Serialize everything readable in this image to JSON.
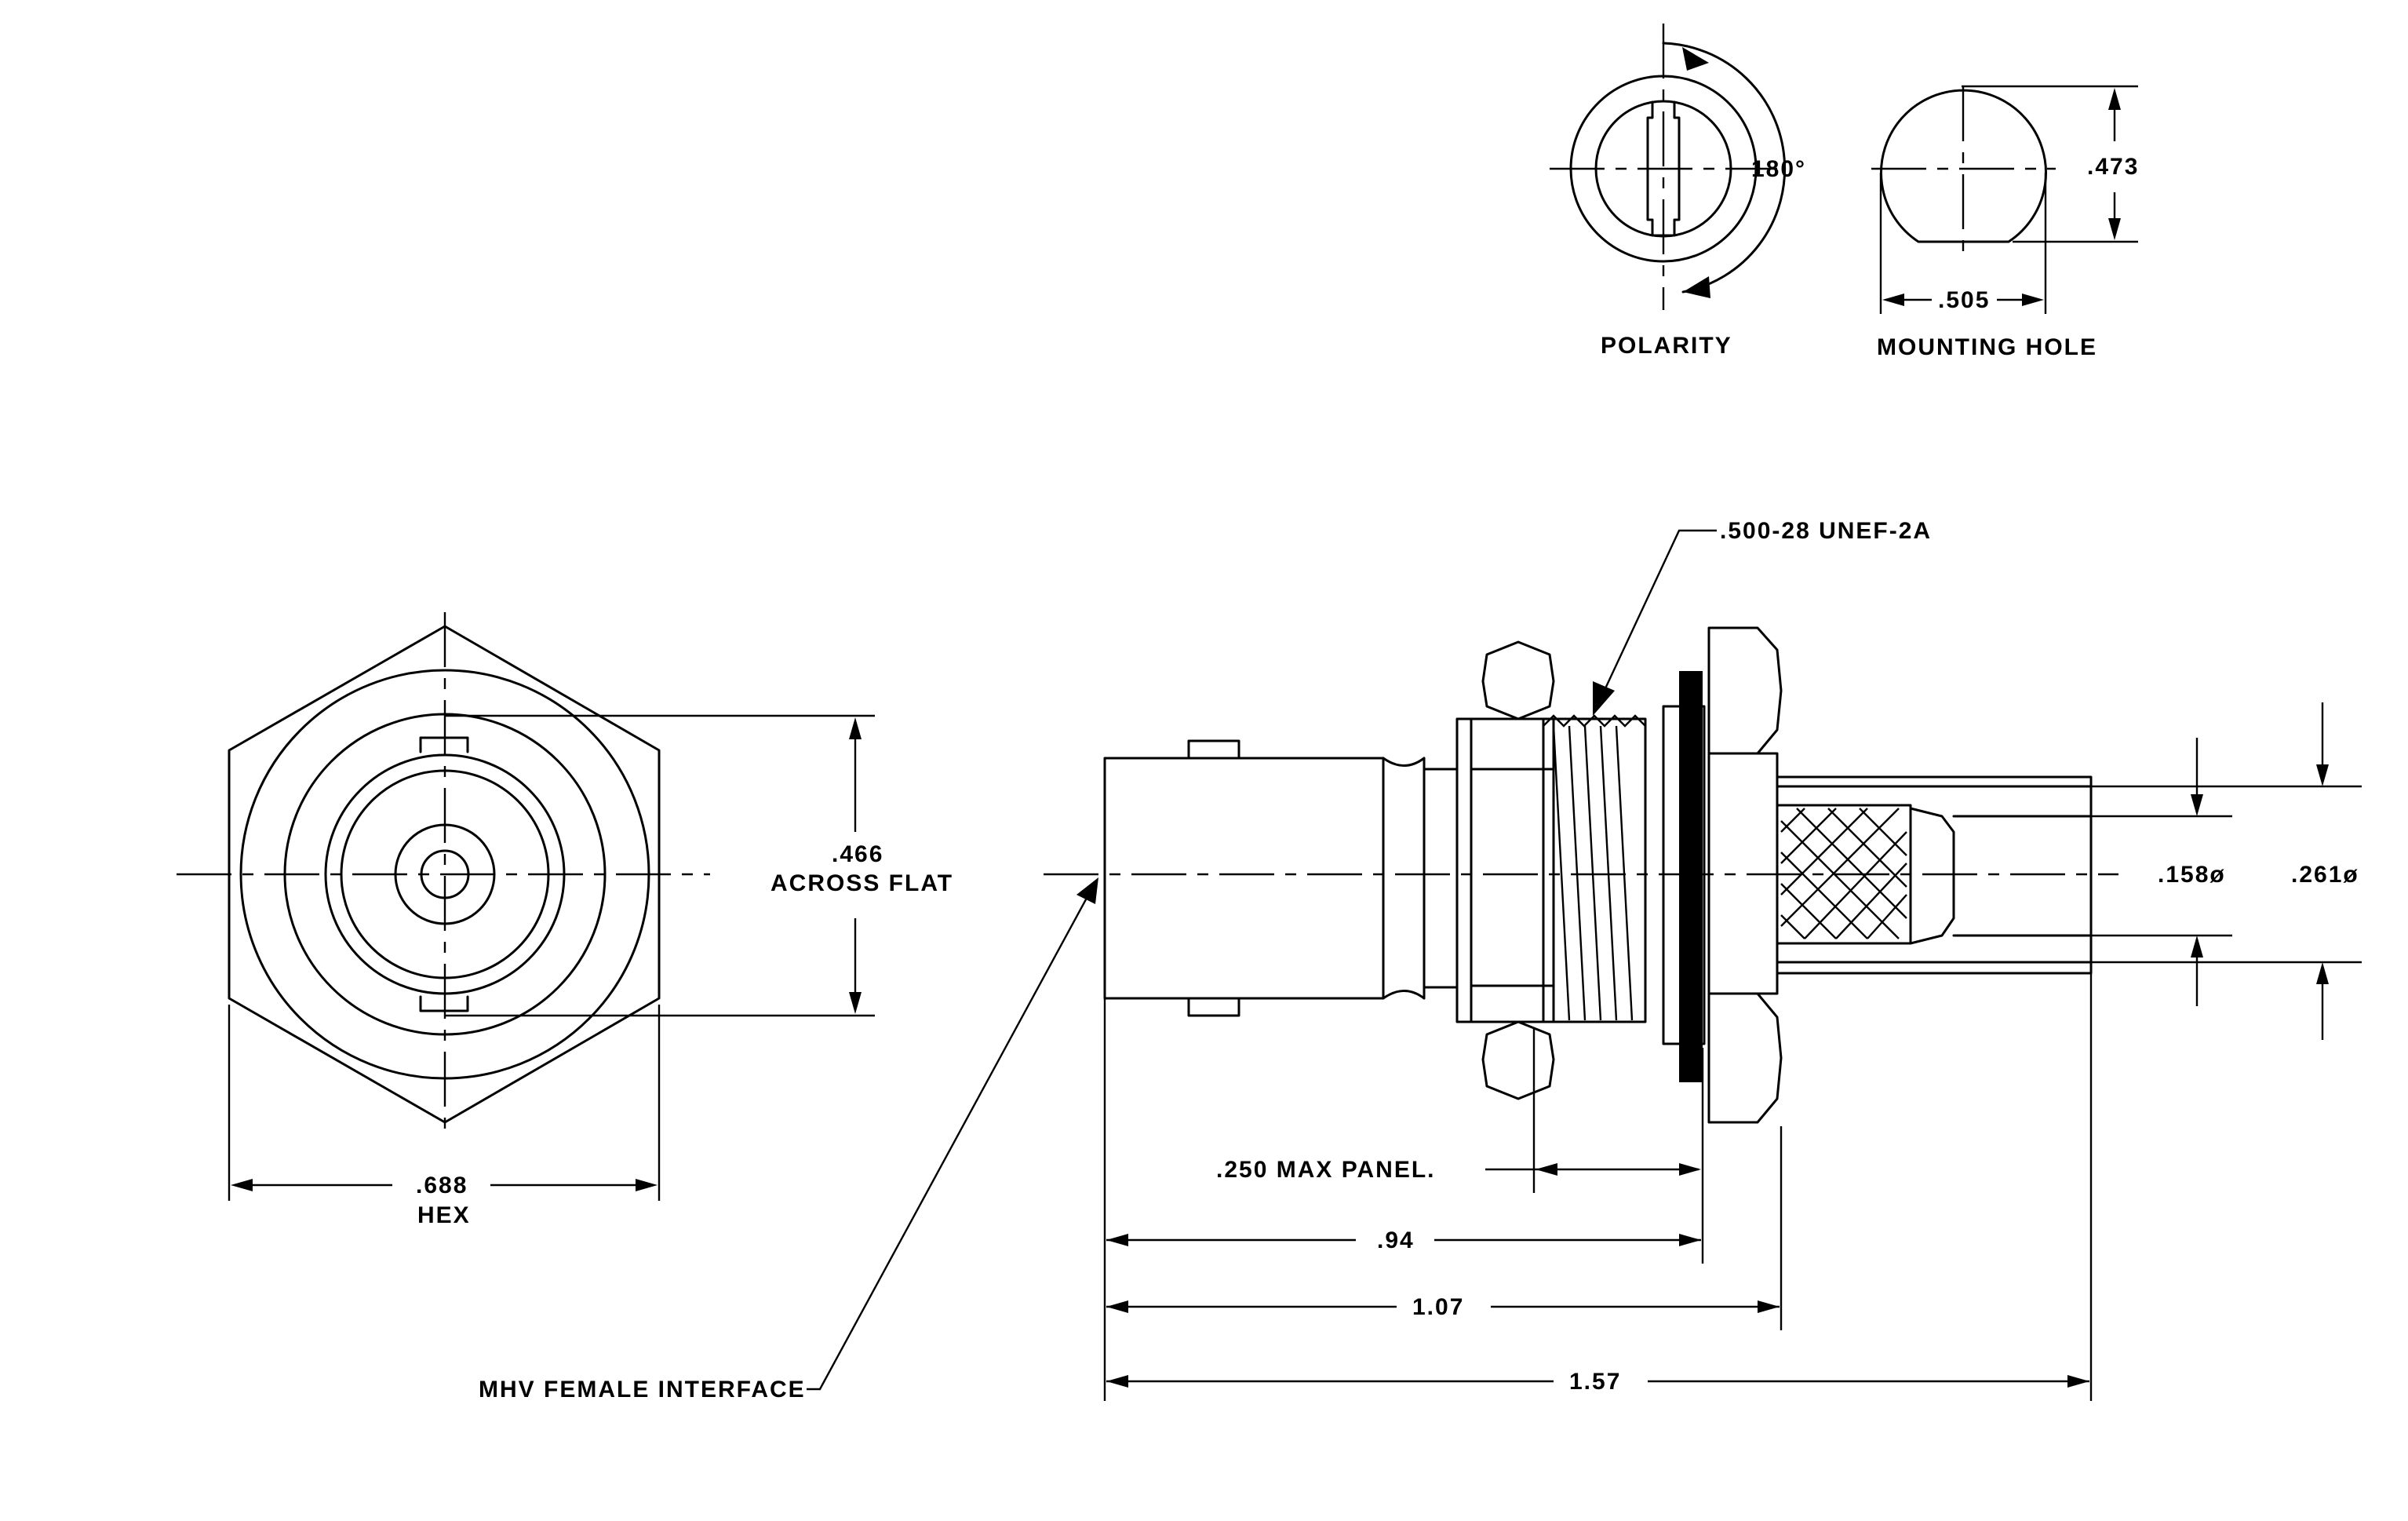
{
  "labels": {
    "polarity": "POLARITY",
    "mounting_hole": "MOUNTING HOLE",
    "angle": "180°",
    "mount_height": ".473",
    "mount_width": ".505",
    "thread": ".500-28 UNEF-2A",
    "across_flat_value": ".466",
    "across_flat_label": "ACROSS FLAT",
    "hex_value": ".688",
    "hex_label": "HEX",
    "dia_inner": ".158ø",
    "dia_outer": ".261ø",
    "panel": ".250 MAX PANEL.",
    "dim_094": ".94",
    "dim_107": "1.07",
    "dim_157": "1.57",
    "interface": "MHV FEMALE INTERFACE"
  }
}
